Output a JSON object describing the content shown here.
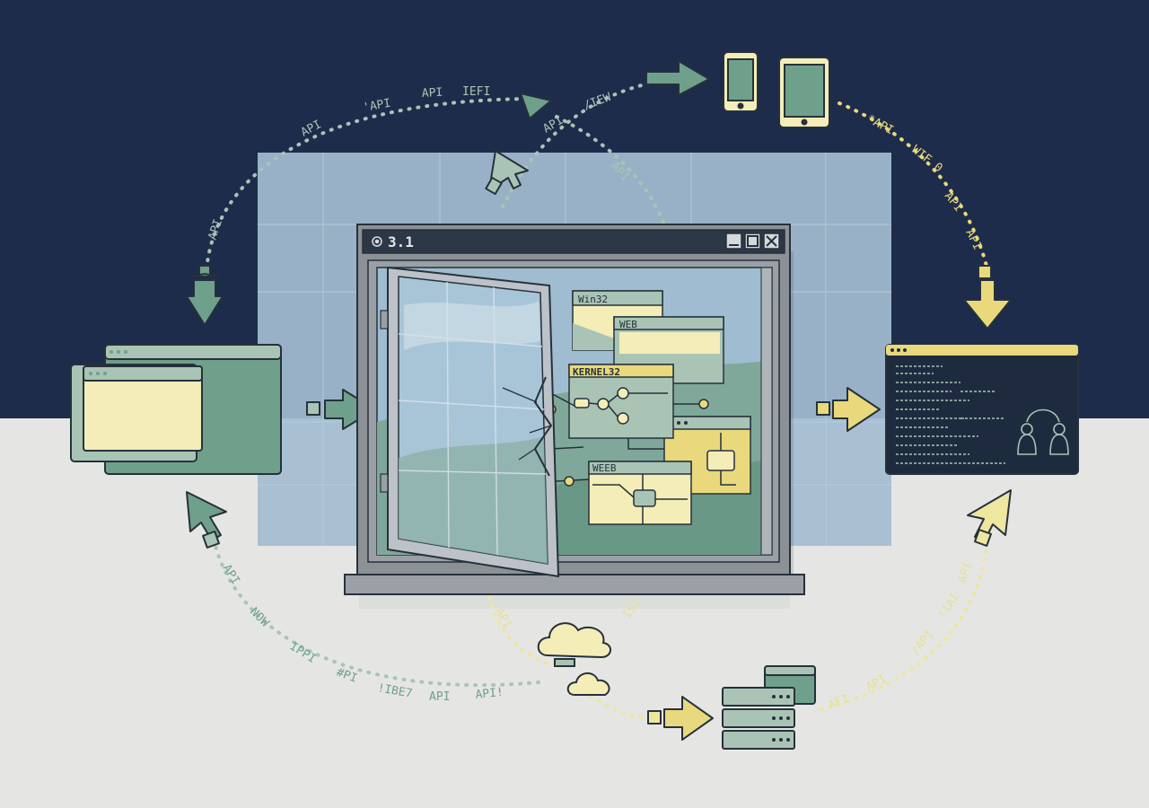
{
  "colors": {
    "navy": "#1e2c4b",
    "ground": "#e5e6e3",
    "sage": "#6fa08b",
    "sage_light": "#a9c4b5",
    "cream": "#f4edb8",
    "yellow": "#e9d97c",
    "sky": "#9cbad0",
    "frame": "#8c9196",
    "dark": "#26313b",
    "terminal": "#1e2b3f"
  },
  "window": {
    "title": "3.1",
    "logo_icon": "gear-logo-icon",
    "controls": [
      "minimize-icon",
      "maximize-icon",
      "close-icon"
    ]
  },
  "panels": {
    "win32": "Win32",
    "web_top": "WEB",
    "kernel32": "KERNEL32",
    "web_bottom": "WEEB"
  },
  "api_labels": {
    "top_left": [
      "API",
      "'API",
      "API",
      "IEFI"
    ],
    "top_center": [
      "API",
      "/IEW",
      "API"
    ],
    "top_right": [
      "*API",
      "WIF 0",
      "API",
      "API"
    ],
    "bottom_left": [
      "API",
      "NOW",
      "IPPI",
      "#PI",
      "!IBE7",
      "API",
      "API!"
    ],
    "bottom_right": [
      "AFI",
      "API",
      "/API",
      "!IAI",
      "API"
    ],
    "bottom_center": [
      "API",
      "ISI"
    ]
  },
  "icons": {
    "desktop_windows": "desktop-windows-icon",
    "phone": "phone-icon",
    "tablet": "tablet-icon",
    "terminal": "linux-terminal-icon",
    "cloud": "cloud-icon",
    "server": "server-stack-icon"
  }
}
